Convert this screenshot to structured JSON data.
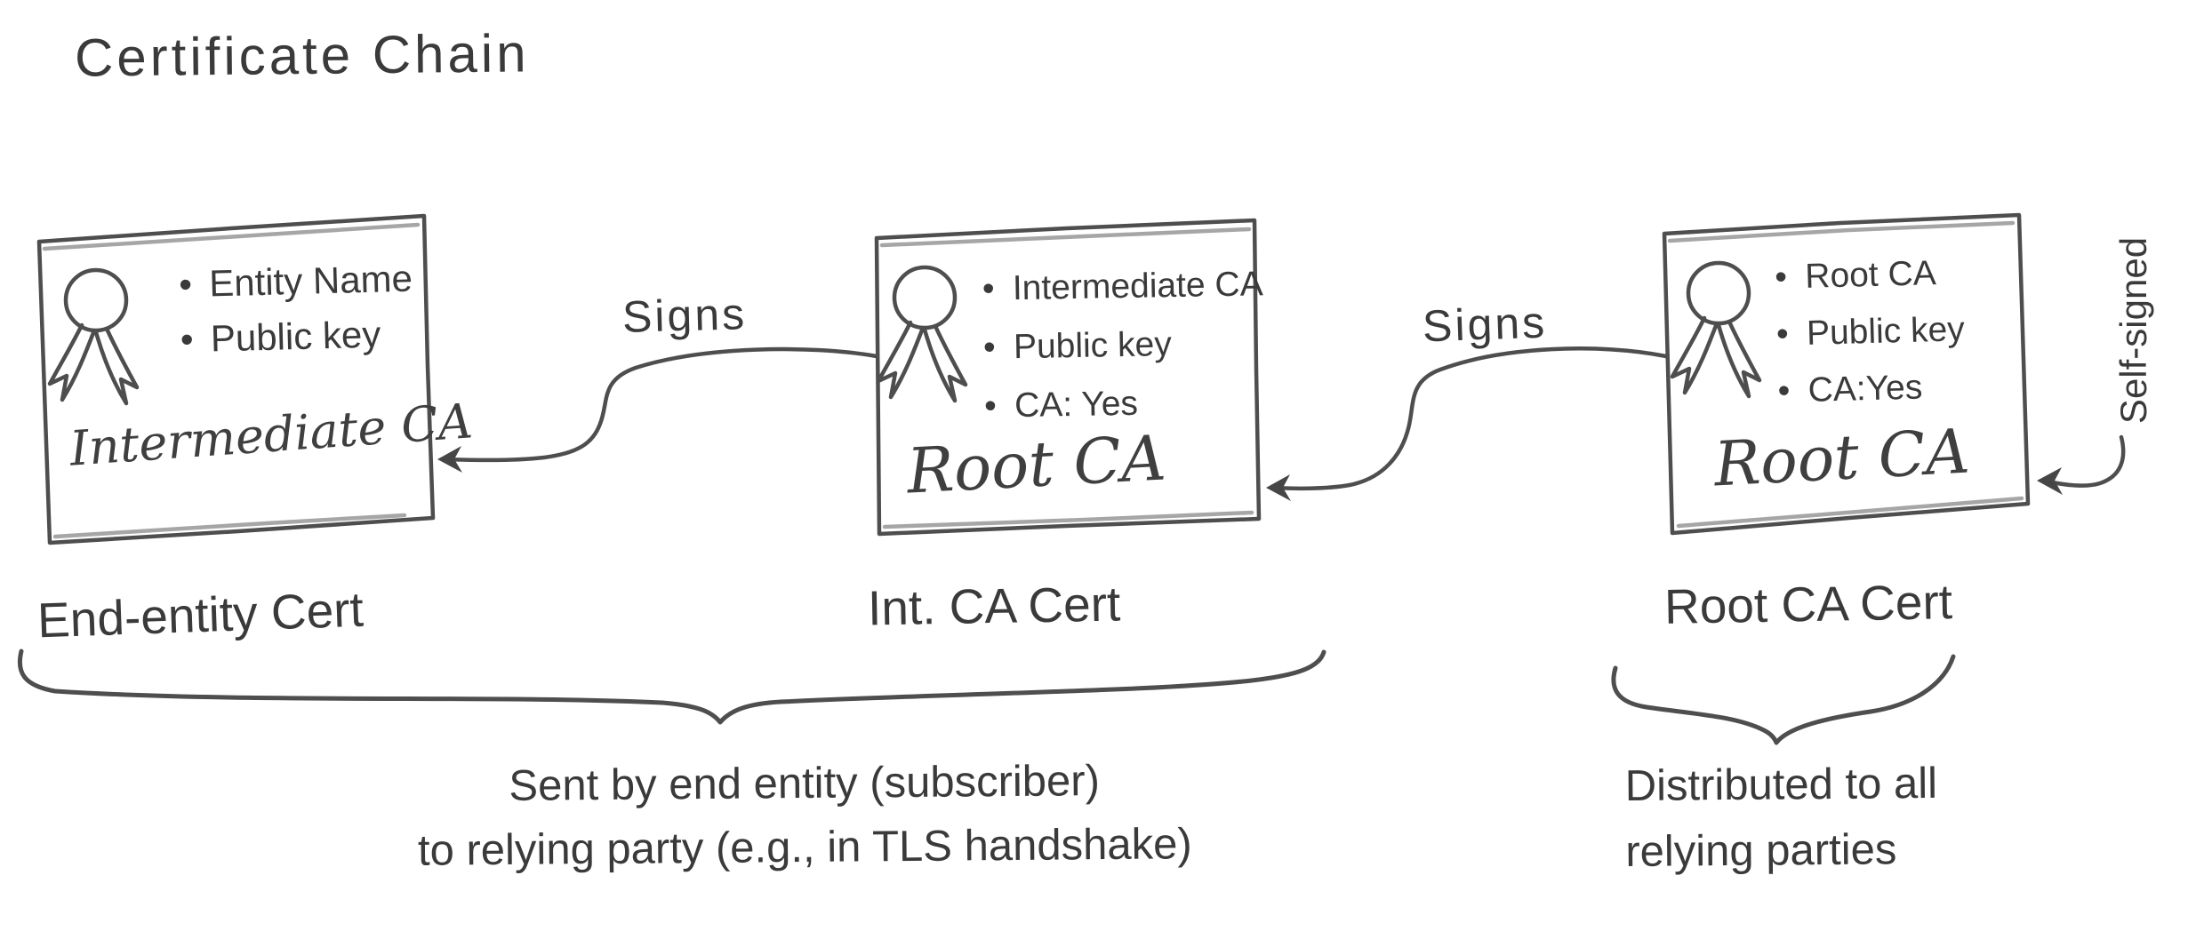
{
  "title": "Certificate Chain",
  "colors": {
    "ink": "#3a3a3a",
    "stroke": "#4e4e4e",
    "background": "#ffffff"
  },
  "certificates": [
    {
      "id": "end-entity",
      "fields": [
        "Entity Name",
        "Public key"
      ],
      "issuer_signature": "Intermediate CA",
      "label": "End-entity Cert"
    },
    {
      "id": "intermediate-ca",
      "fields": [
        "Intermediate CA",
        "Public key",
        "CA: Yes"
      ],
      "issuer_signature": "Root CA",
      "label": "Int. CA Cert"
    },
    {
      "id": "root-ca",
      "fields": [
        "Root CA",
        "Public key",
        "CA:Yes"
      ],
      "issuer_signature": "Root CA",
      "label": "Root CA Cert",
      "annotation": "Self-signed"
    }
  ],
  "arrows": [
    {
      "label": "Signs",
      "from": "intermediate-ca",
      "to": "end-entity"
    },
    {
      "label": "Signs",
      "from": "root-ca",
      "to": "intermediate-ca"
    }
  ],
  "captions": [
    {
      "lines": [
        "Sent by end entity (subscriber)",
        "to relying party (e.g., in TLS handshake)"
      ]
    },
    {
      "lines": [
        "Distributed to all",
        "relying parties"
      ]
    }
  ]
}
